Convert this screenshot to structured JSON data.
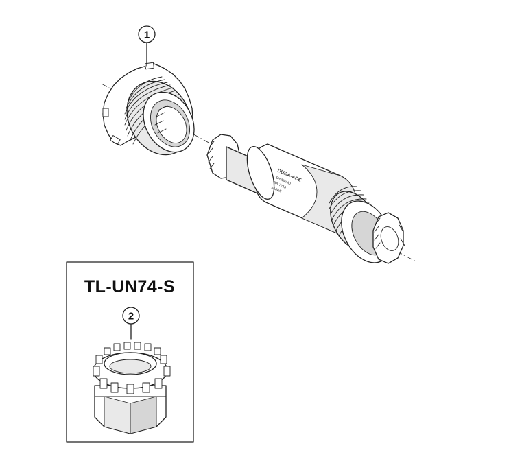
{
  "callouts": [
    {
      "label": "1"
    },
    {
      "label": "2"
    }
  ],
  "tool_box": {
    "title": "TL-UN74-S"
  },
  "bb_body": {
    "brand": "DURA-ACE",
    "lines": [
      "SHIMANO",
      "BB-7710",
      "JAPAN"
    ]
  }
}
